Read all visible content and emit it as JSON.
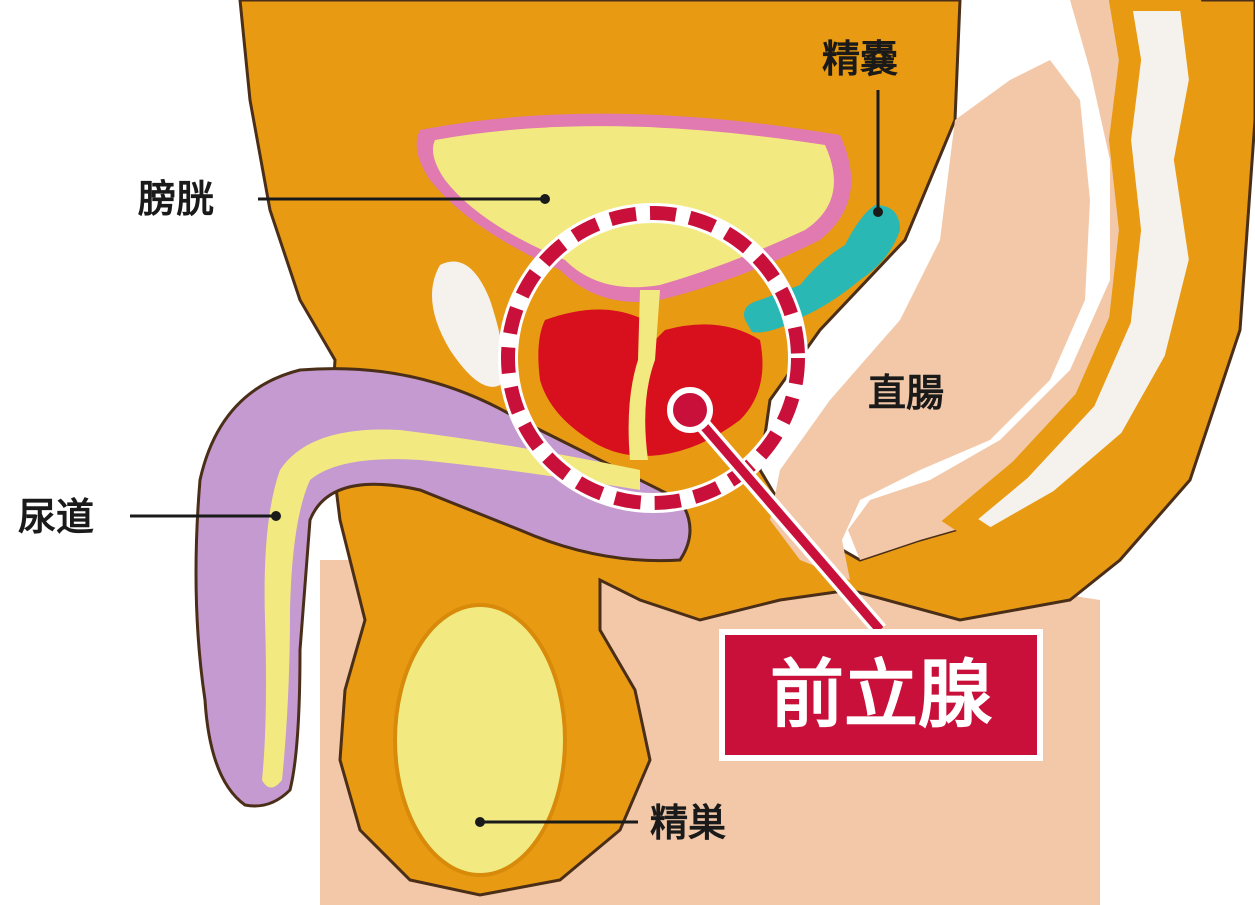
{
  "labels": {
    "bladder": "膀胱",
    "seminal_vesicle": "精嚢",
    "rectum": "直腸",
    "urethra": "尿道",
    "testis": "精巣",
    "prostate": "前立腺"
  },
  "colors": {
    "tissue_orange": "#e89a12",
    "tissue_orange_dark": "#d88a0a",
    "skin": "#f2c8a8",
    "bladder_yellow": "#f2ea80",
    "bladder_wall_pink": "#e07ab0",
    "prostate_red": "#d8101e",
    "seminal_teal": "#2ab8b4",
    "urethra_purple": "#c49ad0",
    "bone_white": "#f5f2ee",
    "highlight_crimson": "#c8103a",
    "outline": "#4a2e18"
  }
}
